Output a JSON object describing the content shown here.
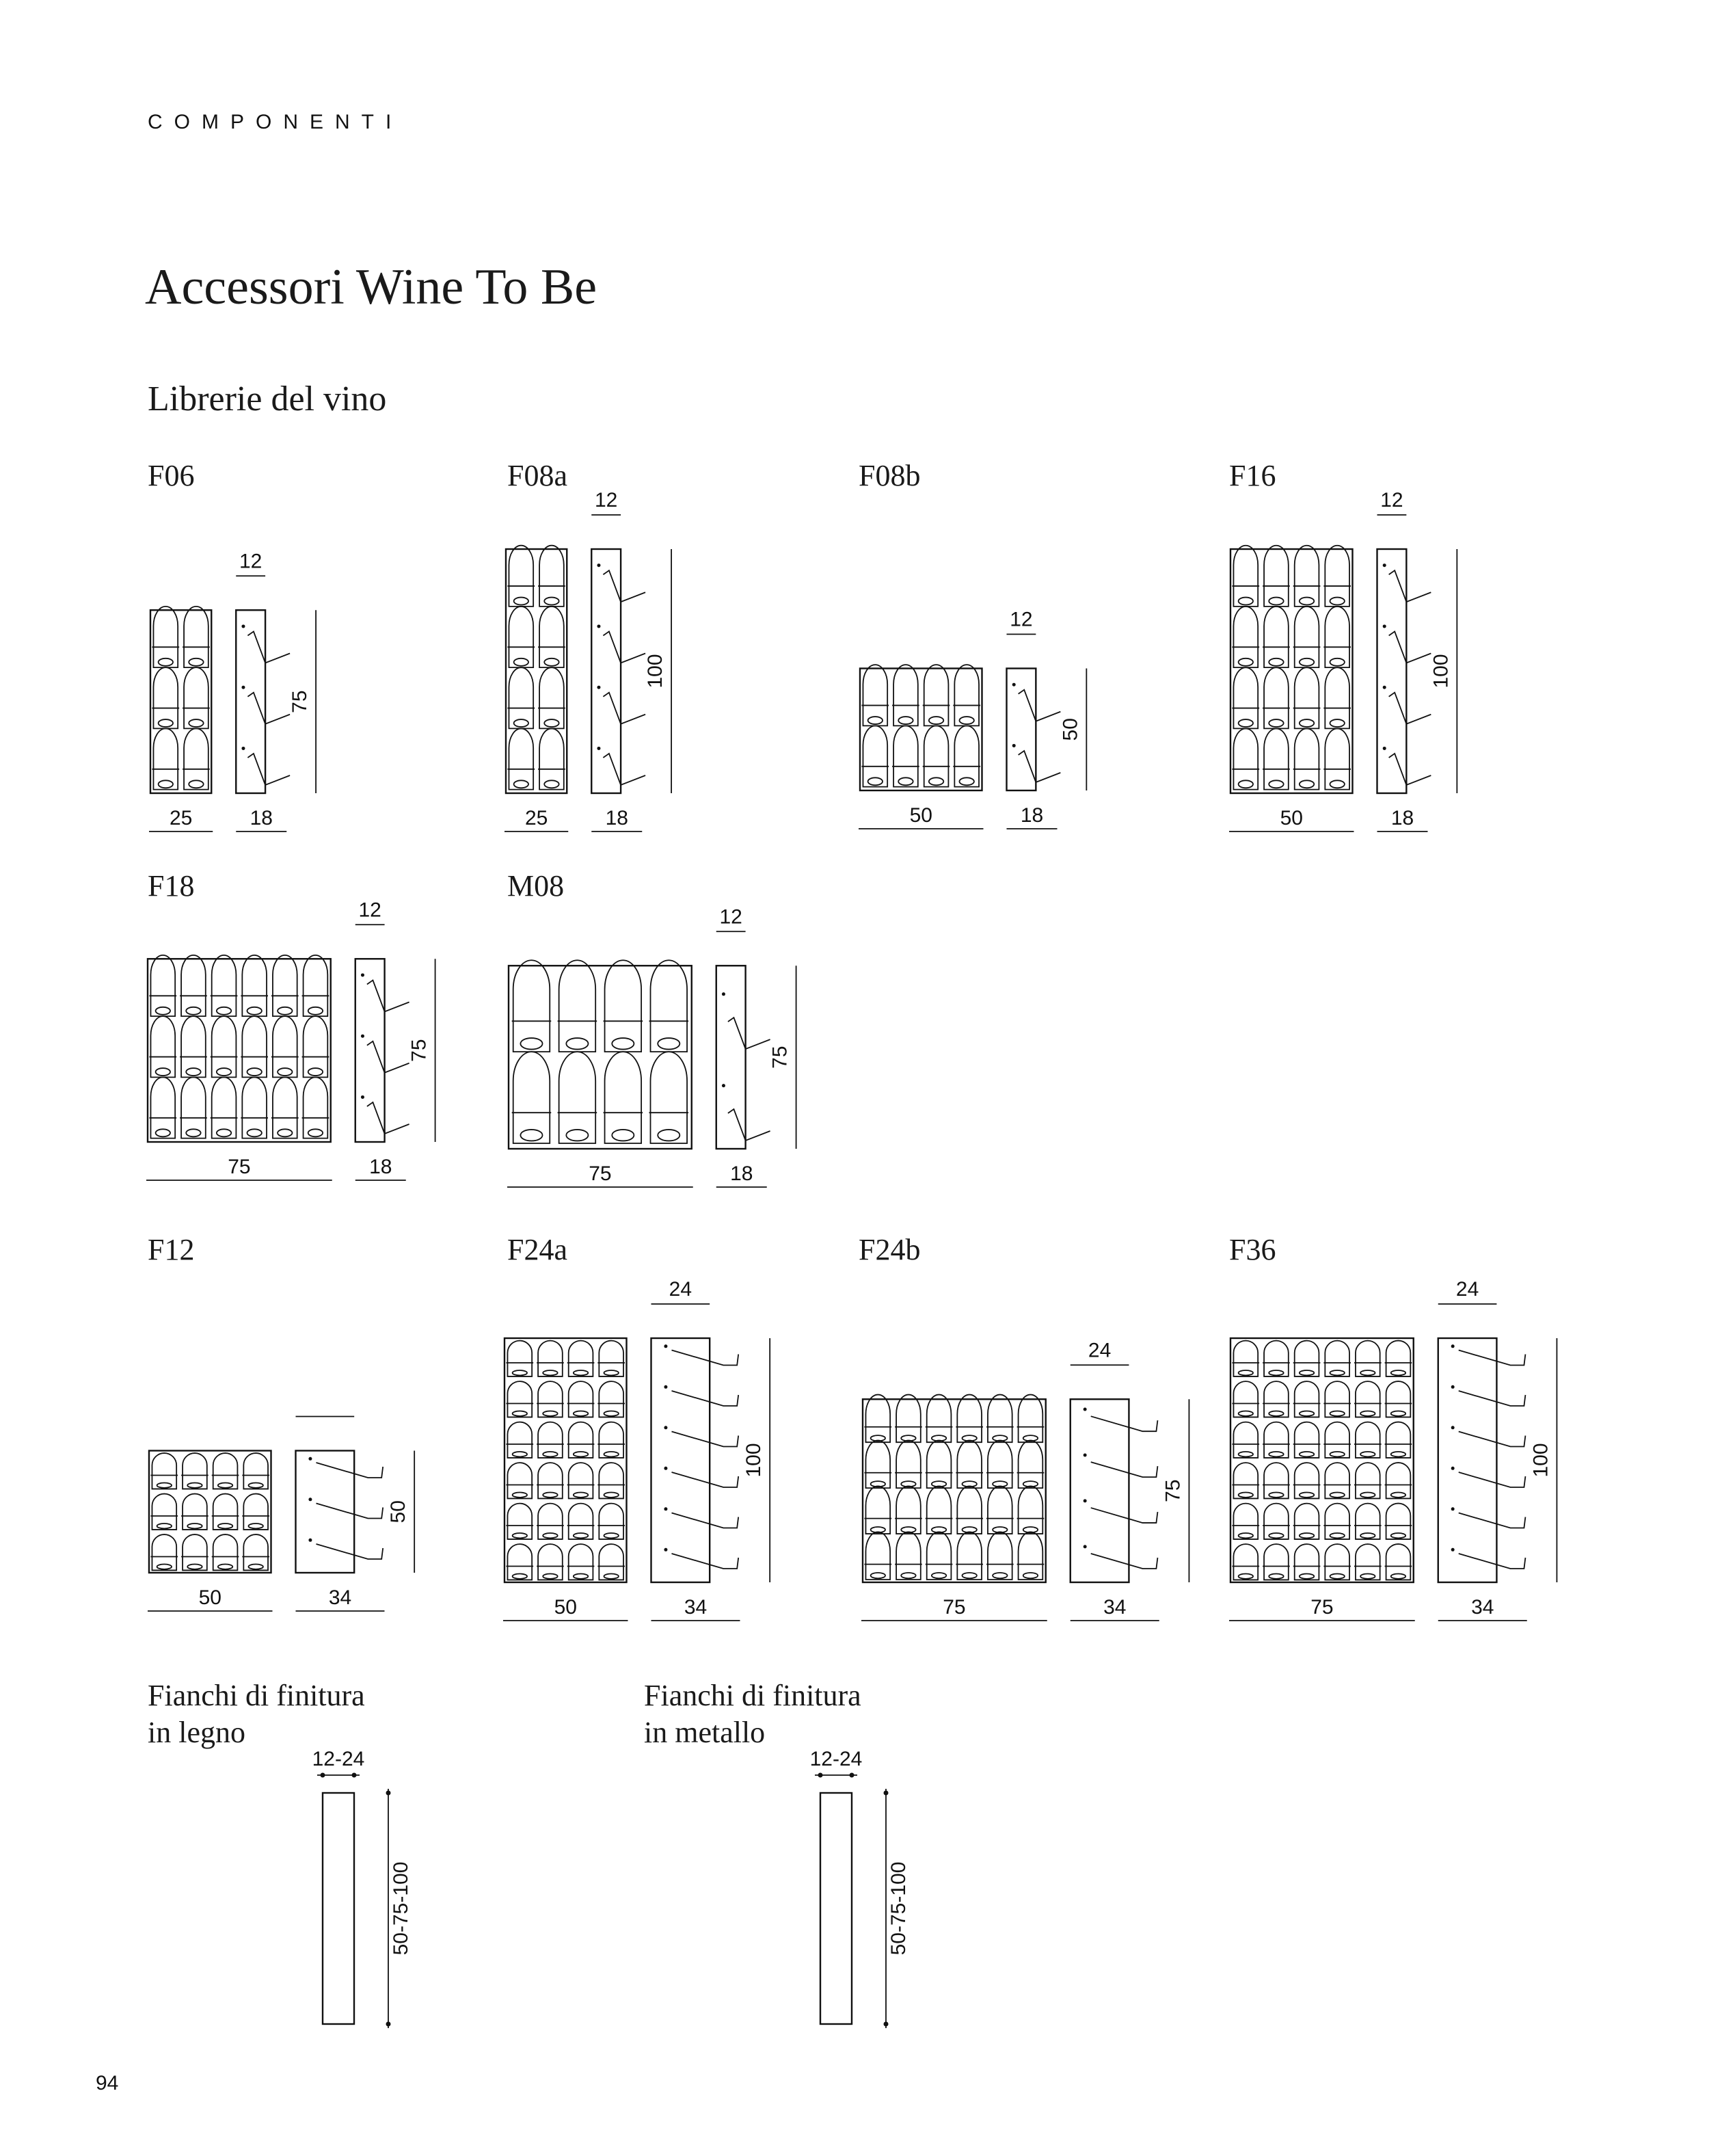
{
  "section": "COMPONENTI",
  "title": "Accessori Wine To Be",
  "subtitle": "Librerie del vino",
  "page_number": "94",
  "products": [
    {
      "code": "F06",
      "width": "25",
      "depth": "18",
      "height": "75",
      "top": "12",
      "rows": 3,
      "cols": 2
    },
    {
      "code": "F08a",
      "width": "25",
      "depth": "18",
      "height": "100",
      "top": "12",
      "rows": 4,
      "cols": 2
    },
    {
      "code": "F08b",
      "width": "50",
      "depth": "18",
      "height": "50",
      "top": "12",
      "rows": 2,
      "cols": 4
    },
    {
      "code": "F16",
      "width": "50",
      "depth": "18",
      "height": "100",
      "top": "12",
      "rows": 4,
      "cols": 4
    },
    {
      "code": "F18",
      "width": "75",
      "depth": "18",
      "height": "75",
      "top": "12",
      "rows": 3,
      "cols": 6
    },
    {
      "code": "M08",
      "width": "75",
      "depth": "18",
      "height": "75",
      "top": "12",
      "rows": 2,
      "cols": 4
    },
    {
      "code": "F12",
      "width": "50",
      "depth": "34",
      "height": "50",
      "top": "",
      "rows": 3,
      "cols": 4
    },
    {
      "code": "F24a",
      "width": "50",
      "depth": "34",
      "height": "100",
      "top": "24",
      "rows": 6,
      "cols": 4
    },
    {
      "code": "F24b",
      "width": "75",
      "depth": "34",
      "height": "75",
      "top": "24",
      "rows": 4,
      "cols": 6
    },
    {
      "code": "F36",
      "width": "75",
      "depth": "34",
      "height": "100",
      "top": "24",
      "rows": 6,
      "cols": 6
    }
  ],
  "side_panels": [
    {
      "title_line1": "Fianchi di finitura",
      "title_line2": "in legno",
      "thickness": "12-24",
      "heights": "50-75-100"
    },
    {
      "title_line1": "Fianchi di finitura",
      "title_line2": "in metallo",
      "thickness": "12-24",
      "heights": "50-75-100"
    }
  ]
}
